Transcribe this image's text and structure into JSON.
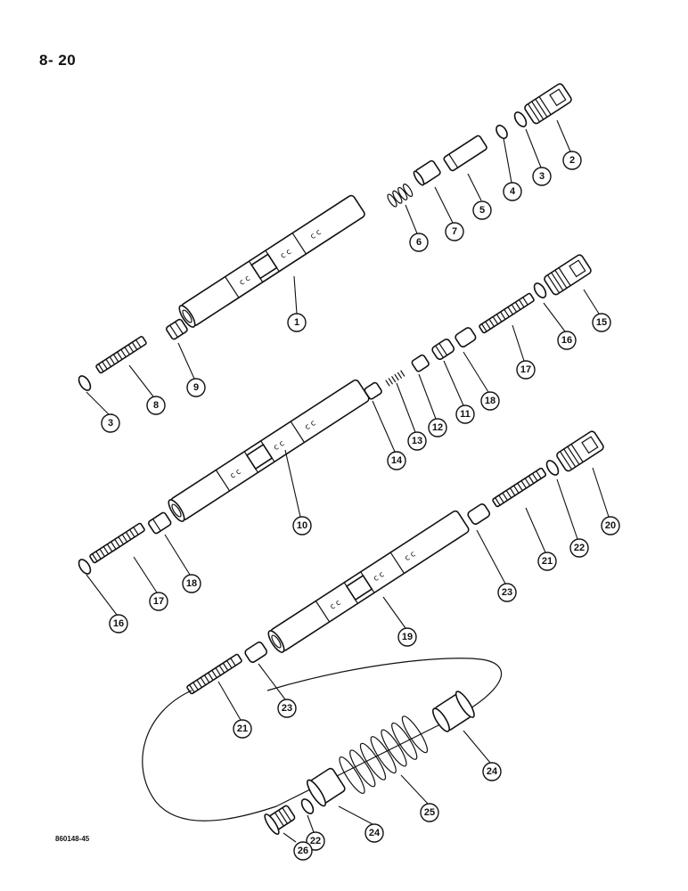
{
  "page": {
    "number": "8- 20",
    "figure_code": "860148-45"
  },
  "callouts": [
    {
      "n": "1"
    },
    {
      "n": "2"
    },
    {
      "n": "3"
    },
    {
      "n": "4"
    },
    {
      "n": "5"
    },
    {
      "n": "6"
    },
    {
      "n": "7"
    },
    {
      "n": "3"
    },
    {
      "n": "8"
    },
    {
      "n": "9"
    },
    {
      "n": "15"
    },
    {
      "n": "16"
    },
    {
      "n": "17"
    },
    {
      "n": "18"
    },
    {
      "n": "11"
    },
    {
      "n": "12"
    },
    {
      "n": "13"
    },
    {
      "n": "14"
    },
    {
      "n": "10"
    },
    {
      "n": "20"
    },
    {
      "n": "22"
    },
    {
      "n": "21"
    },
    {
      "n": "23"
    },
    {
      "n": "16"
    },
    {
      "n": "17"
    },
    {
      "n": "18"
    },
    {
      "n": "19"
    },
    {
      "n": "21"
    },
    {
      "n": "23"
    },
    {
      "n": "24"
    },
    {
      "n": "25"
    },
    {
      "n": "24"
    },
    {
      "n": "22"
    },
    {
      "n": "26"
    }
  ]
}
